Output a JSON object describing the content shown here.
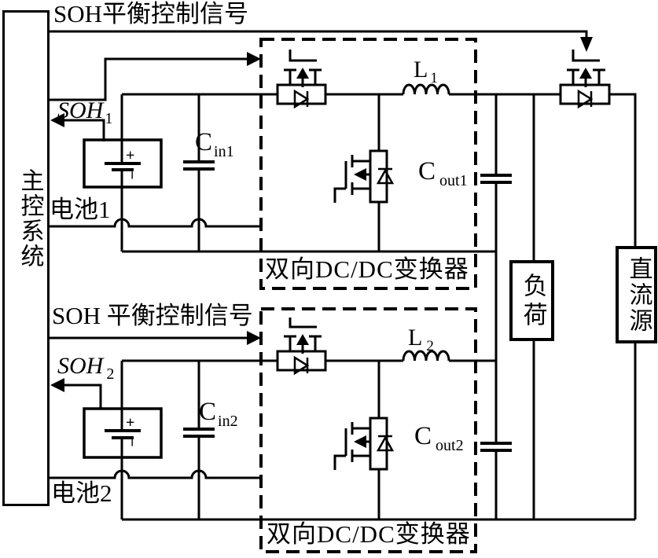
{
  "diagram": {
    "titles": {
      "soh_signal_top": "SOH平衡控制信号",
      "soh_signal_bottom": "SOH 平衡控制信号"
    },
    "master": "主控系统",
    "batteries": {
      "b1": "电池1",
      "b2": "电池2",
      "plus": "+",
      "minus": "−"
    },
    "feedback": {
      "soh1": {
        "base": "SOH",
        "sub": "1"
      },
      "soh2": {
        "base": "SOH",
        "sub": "2"
      }
    },
    "components": {
      "cin1": {
        "base": "C",
        "sub": "in1"
      },
      "cin2": {
        "base": "C",
        "sub": "in2"
      },
      "cout1": {
        "base": "C",
        "sub": "out1"
      },
      "cout2": {
        "base": "C",
        "sub": "out2"
      },
      "l1": {
        "base": "L",
        "sub": "1"
      },
      "l2": {
        "base": "L",
        "sub": "2"
      }
    },
    "converters": {
      "c1": "双向DC/DC变换器",
      "c2": "双向DC/DC变换器"
    },
    "load": "负荷",
    "dc_source": "直流源",
    "colors": {
      "line": "#000000",
      "background": "#ffffff"
    }
  }
}
